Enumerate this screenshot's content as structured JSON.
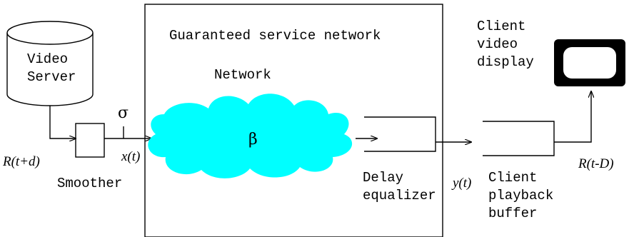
{
  "diagram": {
    "server": {
      "line1": "Video",
      "line2": "Server"
    },
    "network_box": {
      "title": "Guaranteed service network"
    },
    "cloud": {
      "label": "Network",
      "symbol": "β"
    },
    "smoother": {
      "label": "Smoother",
      "sigma": "σ"
    },
    "signals": {
      "input": "R(t+d)",
      "x": "x(t)",
      "y": "y(t)",
      "output": "R(t-D)"
    },
    "delay_equalizer": {
      "line1": "Delay",
      "line2": "equalizer"
    },
    "playback_buffer": {
      "line1": "Client",
      "line2": "playback",
      "line3": "buffer"
    },
    "display": {
      "line1": "Client",
      "line2": "video",
      "line3": "display"
    },
    "colors": {
      "cloud": "#00ffff",
      "stroke": "#000000",
      "background": "#ffffff"
    }
  }
}
